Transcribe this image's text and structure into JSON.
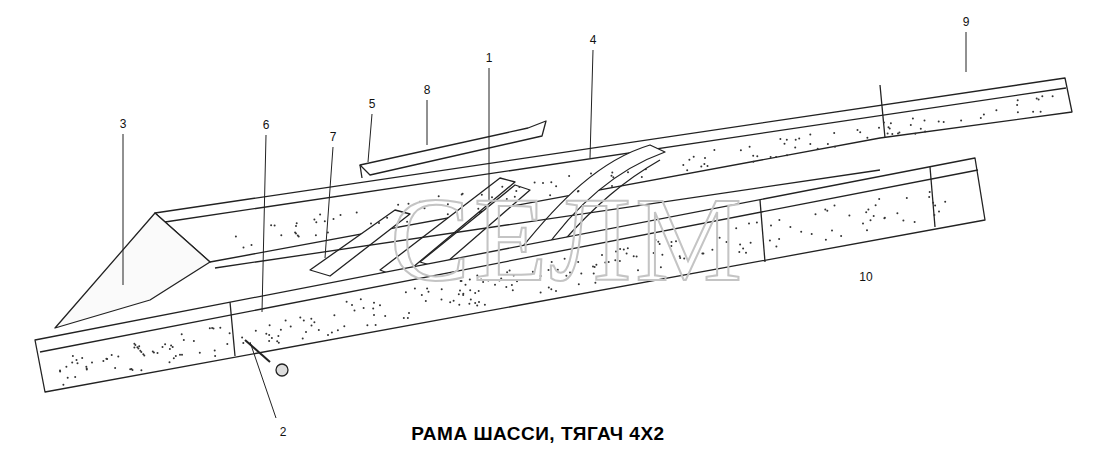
{
  "diagram": {
    "title": "РАМА ШАССИ, ТЯГАЧ 4Х2",
    "labels": [
      "1",
      "2",
      "3",
      "4",
      "5",
      "6",
      "7",
      "8",
      "9",
      "10",
      "СЕЛМ"
    ]
  }
}
